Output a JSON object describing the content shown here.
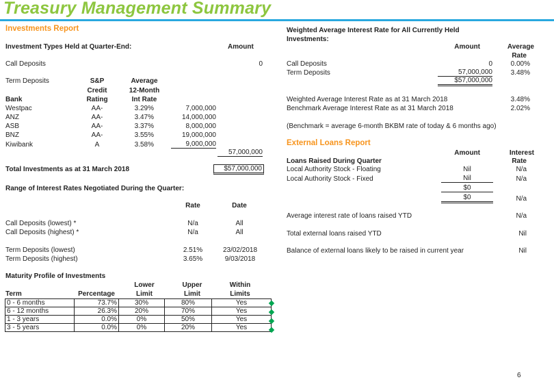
{
  "header": {
    "title": "Treasury Management Summary"
  },
  "investments": {
    "section_title": "Investments Report",
    "types_heading": "Investment Types Held at Quarter-End:",
    "amount_header": "Amount",
    "call_deposits_label": "Call Deposits",
    "call_deposits_amount": "0",
    "term_deposits_label": "Term Deposits",
    "col_sp": "S&P",
    "col_credit": "Credit",
    "col_rating": "Rating",
    "col_average": "Average",
    "col_12month": "12-Month",
    "col_intrate": "Int Rate",
    "col_bank": "Bank",
    "banks": [
      {
        "name": "Westpac",
        "rating": "AA-",
        "rate": "3.29%",
        "amount": "7,000,000"
      },
      {
        "name": "ANZ",
        "rating": "AA-",
        "rate": "3.47%",
        "amount": "14,000,000"
      },
      {
        "name": "ASB",
        "rating": "AA-",
        "rate": "3.37%",
        "amount": "8,000,000"
      },
      {
        "name": "BNZ",
        "rating": "AA-",
        "rate": "3.55%",
        "amount": "19,000,000"
      },
      {
        "name": "Kiwibank",
        "rating": "A",
        "rate": "3.58%",
        "amount": "9,000,000"
      }
    ],
    "term_subtotal": "57,000,000",
    "total_label": "Total Investments as at 31 March 2018",
    "total_amount": "$57,000,000"
  },
  "range": {
    "heading": "Range of Interest Rates Negotiated During the Quarter:",
    "col_rate": "Rate",
    "col_date": "Date",
    "rows": [
      {
        "label": "Call Deposits (lowest) *",
        "rate": "N/a",
        "date": "All"
      },
      {
        "label": "Call Deposits (highest) *",
        "rate": "N/a",
        "date": "All"
      },
      {
        "label": "Term Deposits (lowest)",
        "rate": "2.51%",
        "date": "23/02/2018"
      },
      {
        "label": "Term Deposits (highest)",
        "rate": "3.65%",
        "date": "9/03/2018"
      }
    ]
  },
  "maturity": {
    "heading": "Maturity Profile of Investments",
    "h_term": "Term",
    "h_percentage": "Percentage",
    "h_lower1": "Lower",
    "h_lower2": "Limit",
    "h_upper1": "Upper",
    "h_upper2": "Limit",
    "h_within1": "Within",
    "h_within2": "Limits",
    "rows": [
      {
        "term": "0 - 6 months",
        "pct": "73.7%",
        "lower": "30%",
        "upper": "80%",
        "within": "Yes"
      },
      {
        "term": "6 - 12 months",
        "pct": "26.3%",
        "lower": "20%",
        "upper": "70%",
        "within": "Yes"
      },
      {
        "term": "1 - 3 years",
        "pct": "0.0%",
        "lower": "0%",
        "upper": "50%",
        "within": "Yes"
      },
      {
        "term": "3 - 5 years",
        "pct": "0.0%",
        "lower": "0%",
        "upper": "20%",
        "within": "Yes"
      }
    ],
    "indicator_color": "#00a651"
  },
  "weighted": {
    "heading_line1": "Weighted Average Interest Rate for All Currently Held",
    "heading_line2": "Investments:",
    "col_amount": "Amount",
    "col_average": "Average",
    "col_rate": "Rate",
    "rows": [
      {
        "label": "Call Deposits",
        "amount": "0",
        "rate": "0.00%"
      },
      {
        "label": "Term Deposits",
        "amount": "57,000,000",
        "rate": "3.48%"
      }
    ],
    "total": "$57,000,000",
    "wavg_label": "Weighted Average Interest Rate as at 31 March 2018",
    "wavg_value": "3.48%",
    "bench_label": "Benchmark Average Interest Rate as at 31 March 2018",
    "bench_value": "2.02%",
    "bench_note": "(Benchmark = average  6-month BKBM rate of today & 6 months ago)"
  },
  "loans": {
    "section_title": "External Loans Report",
    "col_amount": "Amount",
    "col_interest": "Interest",
    "col_rate": "Rate",
    "raised_heading": "Loans Raised During Quarter",
    "rows": [
      {
        "label": "Local Authority Stock - Floating",
        "amount": "Nil",
        "rate": "N/a"
      },
      {
        "label": "Local Authority Stock - Fixed",
        "amount": "Nil",
        "rate": "N/a"
      }
    ],
    "subtotal": "$0",
    "total": "$0",
    "total_rate": "N/a",
    "avg_label": "Average interest rate of loans raised YTD",
    "avg_value": "N/a",
    "total_raised_label": "Total external loans raised YTD",
    "total_raised_value": "Nil",
    "balance_label": "Balance of external loans likely to be raised in current year",
    "balance_value": "Nil"
  },
  "footer": {
    "page_number": "6"
  },
  "colors": {
    "title": "#8dc63f",
    "rule": "#29a8df",
    "section": "#f7941d"
  }
}
